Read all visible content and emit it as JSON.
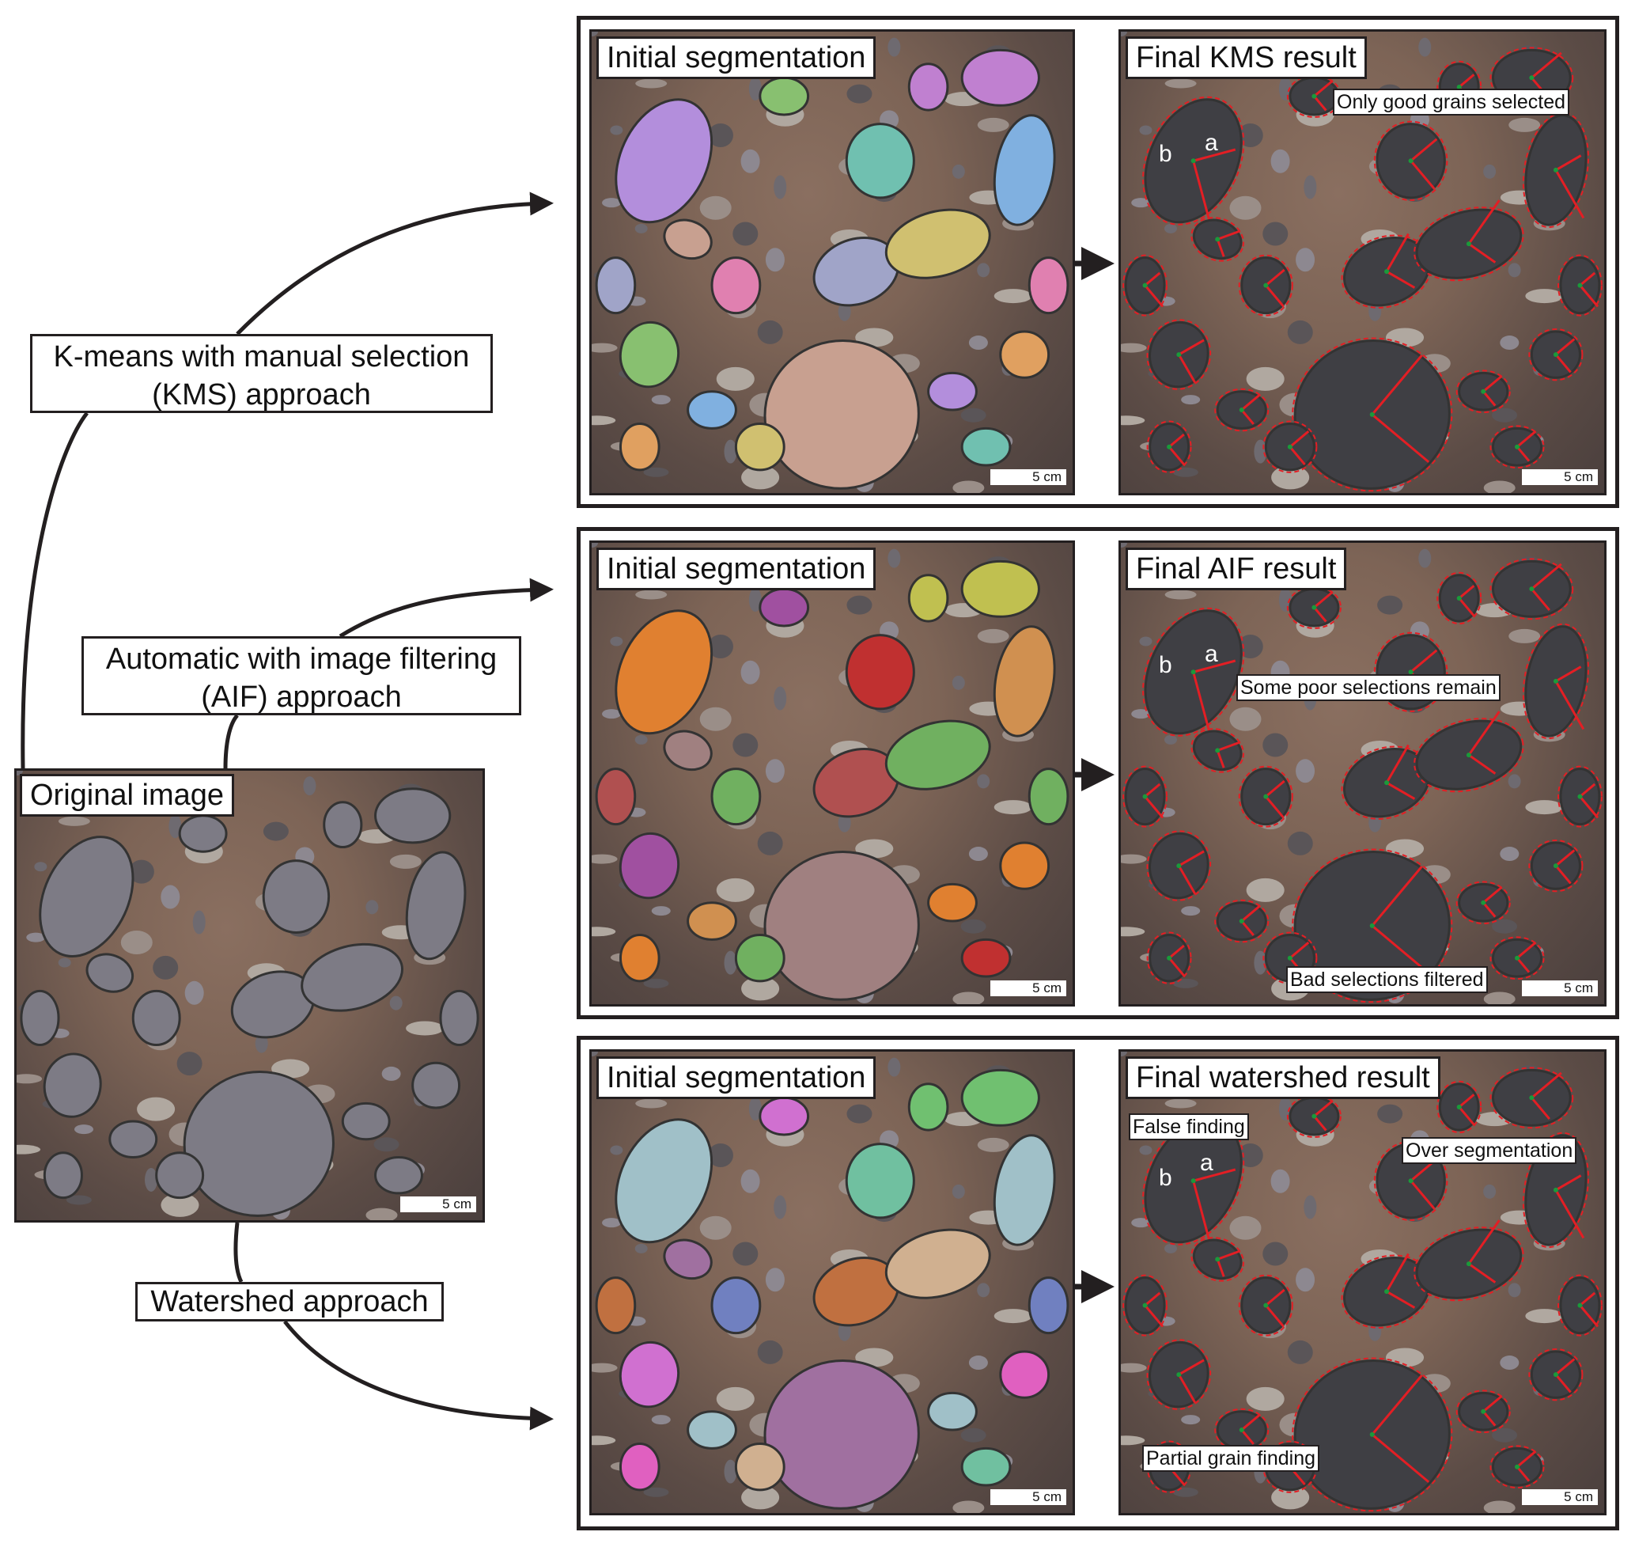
{
  "original": {
    "title": "Original image",
    "scale": "5 cm"
  },
  "methods": {
    "kms": "K-means with manual selection (KMS) approach",
    "kms_line1": "K-means with manual selection",
    "kms_line2": "(KMS) approach",
    "aif_line1": "Automatic with image filtering",
    "aif_line2": "(AIF) approach",
    "watershed": "Watershed approach"
  },
  "rows": [
    {
      "initial_title": "Initial segmentation",
      "final_title": "Final KMS result",
      "scale": "5 cm",
      "callouts": [
        "Only good grains selected"
      ]
    },
    {
      "initial_title": "Initial segmentation",
      "final_title": "Final AIF result",
      "scale": "5 cm",
      "callouts": [
        "Some poor selections remain",
        "Bad selections filtered"
      ]
    },
    {
      "initial_title": "Initial segmentation",
      "final_title": "Final watershed result",
      "scale": "5 cm",
      "callouts": [
        "False finding",
        "Over segmentation",
        "Partial grain finding"
      ]
    }
  ],
  "axis_labels": {
    "a": "a",
    "b": "b"
  },
  "colors": {
    "frame": "#231f20",
    "fit_ellipse": "#e31e24",
    "centroid": "#1a9a3a"
  }
}
